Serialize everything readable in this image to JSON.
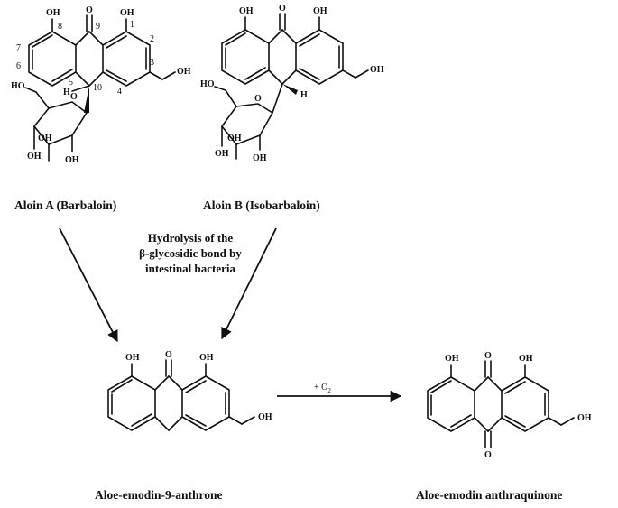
{
  "compounds": {
    "aloin_a": {
      "name": "Aloin A (Barbaloin)",
      "atoms": {
        "oh1": "OH",
        "o9": "O",
        "oh2": "OH",
        "ch2oh": "OH",
        "h10": "H",
        "ring_o": "O",
        "ho_sugar": "HO",
        "oh_s1": "OH",
        "oh_s2": "OH",
        "oh_s3": "OH"
      },
      "numbers": {
        "n1": "1",
        "n2": "2",
        "n3": "3",
        "n4": "4",
        "n5": "5",
        "n6": "6",
        "n7": "7",
        "n8": "8",
        "n9": "9",
        "n10": "10"
      }
    },
    "aloin_b": {
      "name": "Aloin B (Isobarbaloin)",
      "atoms": {
        "oh1": "OH",
        "o9": "O",
        "oh2": "OH",
        "ch2oh": "OH",
        "h10": "H",
        "ring_o": "O",
        "ho_sugar": "HO",
        "oh_s1": "OH",
        "oh_s2": "OH",
        "oh_s3": "OH"
      }
    },
    "anthrone": {
      "name": "Aloe-emodin-9-anthrone",
      "atoms": {
        "oh1": "OH",
        "o9": "O",
        "oh2": "OH",
        "ch2oh": "OH"
      }
    },
    "anthraquinone": {
      "name": "Aloe-emodin anthraquinone",
      "atoms": {
        "oh1": "OH",
        "o9": "O",
        "oh2": "OH",
        "ch2oh": "OH",
        "o10": "O"
      }
    }
  },
  "reaction": {
    "hydrolysis_line1": "Hydrolysis of the",
    "hydrolysis_line2": "β-glycosidic bond  by",
    "hydrolysis_line3": "intestinal bacteria",
    "oxidation_prefix": "+ O",
    "oxidation_subscript": "2"
  }
}
